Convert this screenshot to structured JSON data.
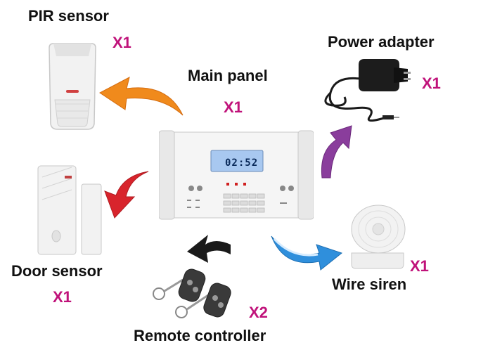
{
  "items": {
    "pir": {
      "label": "PIR sensor",
      "qty": "X1"
    },
    "main_panel": {
      "label": "Main panel",
      "qty": "X1",
      "lcd_time": "02:52"
    },
    "power": {
      "label": "Power adapter",
      "qty": "X1"
    },
    "door": {
      "label": "Door sensor",
      "qty": "X1"
    },
    "siren": {
      "label": "Wire siren",
      "qty": "X1"
    },
    "remote": {
      "label": "Remote controller",
      "qty": "X2"
    }
  },
  "colors": {
    "qty": "#c0127a",
    "arrow_orange": "#f08a1c",
    "arrow_red": "#d8242c",
    "arrow_purple": "#8a3d9c",
    "arrow_blue": "#2f8fdc",
    "arrow_black": "#1a1a1a",
    "lcd": "#a8c8f0"
  }
}
